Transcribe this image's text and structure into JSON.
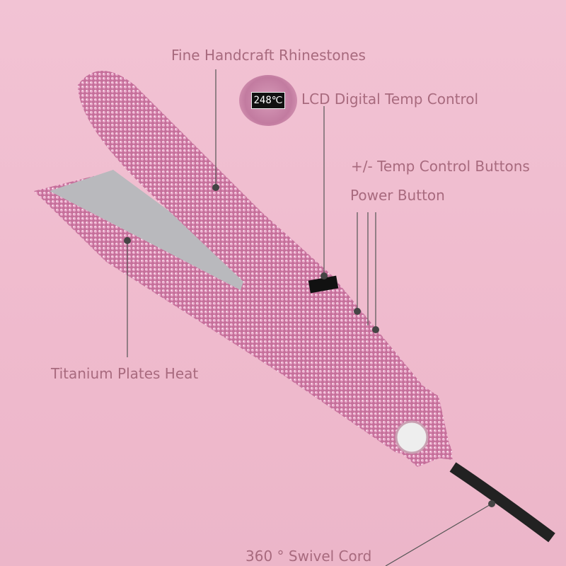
{
  "labels": {
    "rhinestones": "Fine Handcraft Rhinestones",
    "lcd": "LCD Digital Temp Control",
    "temp_buttons": "+/- Temp Control Buttons",
    "power": "Power Button",
    "plates": "Titanium Plates Heat",
    "cord": "360 °  Swivel Cord"
  },
  "lcd_reading": "248℃",
  "colors": {
    "background": "#efbacd",
    "label": "#a86a7e",
    "body": "#d98fb4"
  }
}
